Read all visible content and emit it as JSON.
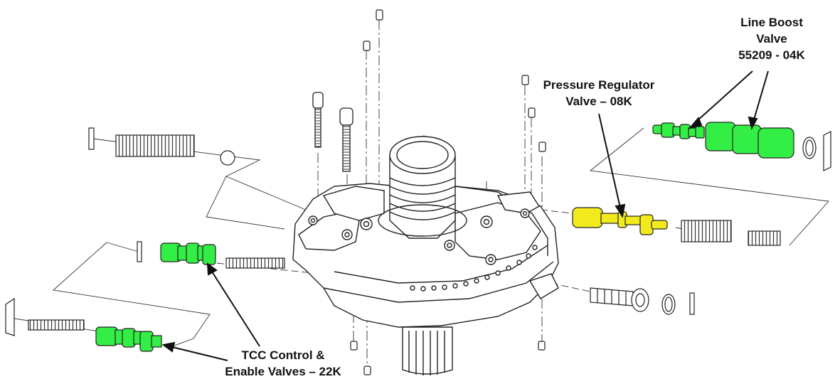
{
  "callouts": {
    "line_boost": {
      "line1": "Line Boost",
      "line2": "Valve",
      "line3": "55209 - 04K"
    },
    "pressure_regulator": {
      "line1": "Pressure Regulator",
      "line2": "Valve – 08K"
    },
    "tcc": {
      "line1": "TCC Control &",
      "line2": "Enable Valves – 22K"
    }
  },
  "colors": {
    "highlight_green": "#33ee44",
    "highlight_yellow": "#f2ea1c",
    "outline": "#222222",
    "part_fill": "#ffffff"
  }
}
